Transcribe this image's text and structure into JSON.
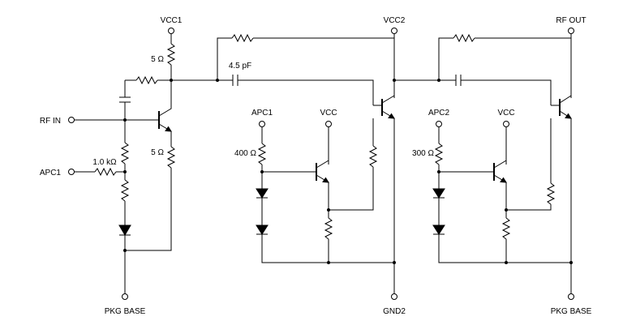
{
  "labels": {
    "vcc1": "VCC1",
    "vcc2": "VCC2",
    "rf_out": "RF OUT",
    "rf_in": "RF IN",
    "apc1_in": "APC1",
    "apc1": "APC1",
    "apc2": "APC2",
    "vcc_a": "VCC",
    "vcc_b": "VCC",
    "pkg_base_left": "PKG BASE",
    "gnd2": "GND2",
    "pkg_base_right": "PKG BASE"
  },
  "values": {
    "r_5ohm_top": "5 Ω",
    "r_5ohm_bottom": "5 Ω",
    "cap_4_5pf": "4.5 pF",
    "r_1k": "1.0 kΩ",
    "r_400": "400 Ω",
    "r_300": "300 Ω"
  }
}
